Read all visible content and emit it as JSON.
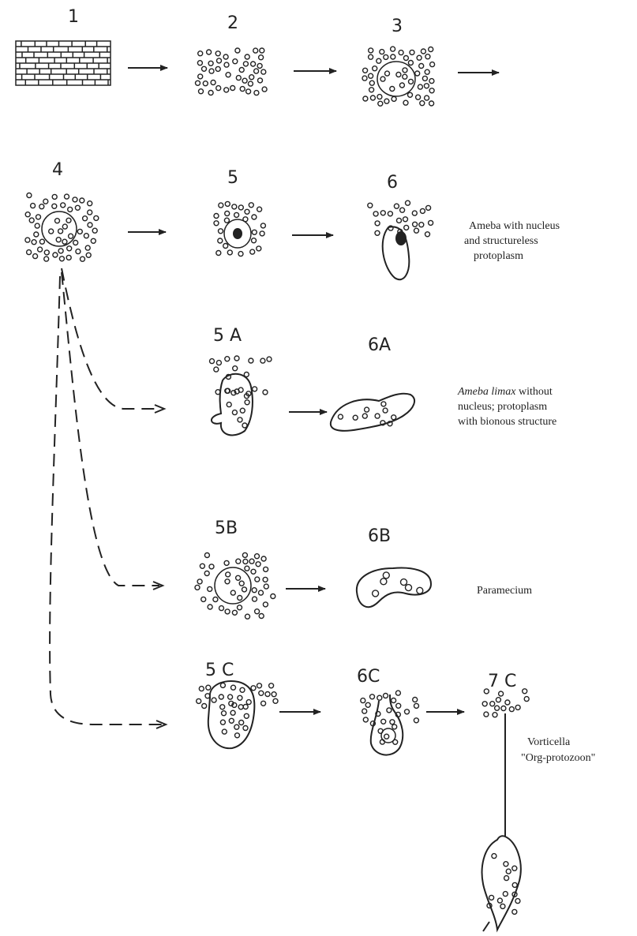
{
  "stages": {
    "s1": "1",
    "s2": "2",
    "s3": "3",
    "s4": "4",
    "s5": "5",
    "s6": "6",
    "s5a": "5 A",
    "s6a": "6A",
    "s5b": "5B",
    "s6b": "6B",
    "s5c": "5 C",
    "s6c": "6C",
    "s7c": "7 C"
  },
  "captions": {
    "ameba_nucleus": {
      "line1": "Ameba with nucleus",
      "line2": "and structureless",
      "line3": "protoplasm"
    },
    "ameba_limax": {
      "line1_italic": "Ameba limax",
      "line1_rest": " without",
      "line2": "nucleus; protoplasm",
      "line3": "with bionous structure"
    },
    "paramecium": {
      "line1": "Paramecium"
    },
    "vorticella": {
      "line1": "Vorticella",
      "line2": "\"Org-protozoon\""
    }
  }
}
